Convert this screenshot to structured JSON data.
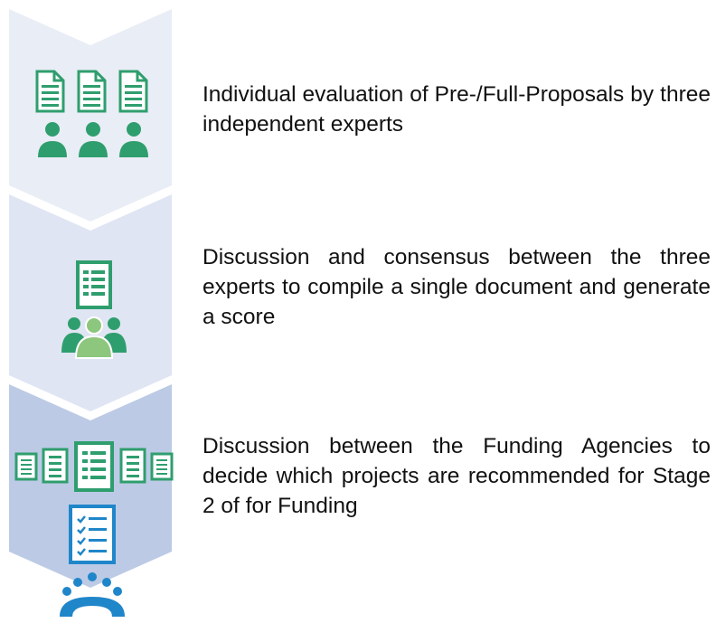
{
  "colors": {
    "step1_bg": "#e9edf6",
    "step2_bg": "#dfe5f3",
    "step3_bg": "#bccae5",
    "green": "#2f9e6e",
    "green_people": "#8dc77d",
    "blue": "#1f86c9"
  },
  "steps": [
    {
      "text": "Individual evaluation of Pre-/Full-Proposals by three independent experts",
      "icons": [
        "document-icon",
        "person-icon"
      ]
    },
    {
      "text": "Discussion and consensus between the three experts to compile a single document and generate a score",
      "icons": [
        "document-icon",
        "group-icon"
      ]
    },
    {
      "text": "Discussion between the Funding Agencies to decide which projects are recommended for Stage 2 of for Funding",
      "icons": [
        "documents-row-icon",
        "checklist-icon",
        "meeting-icon"
      ]
    }
  ]
}
